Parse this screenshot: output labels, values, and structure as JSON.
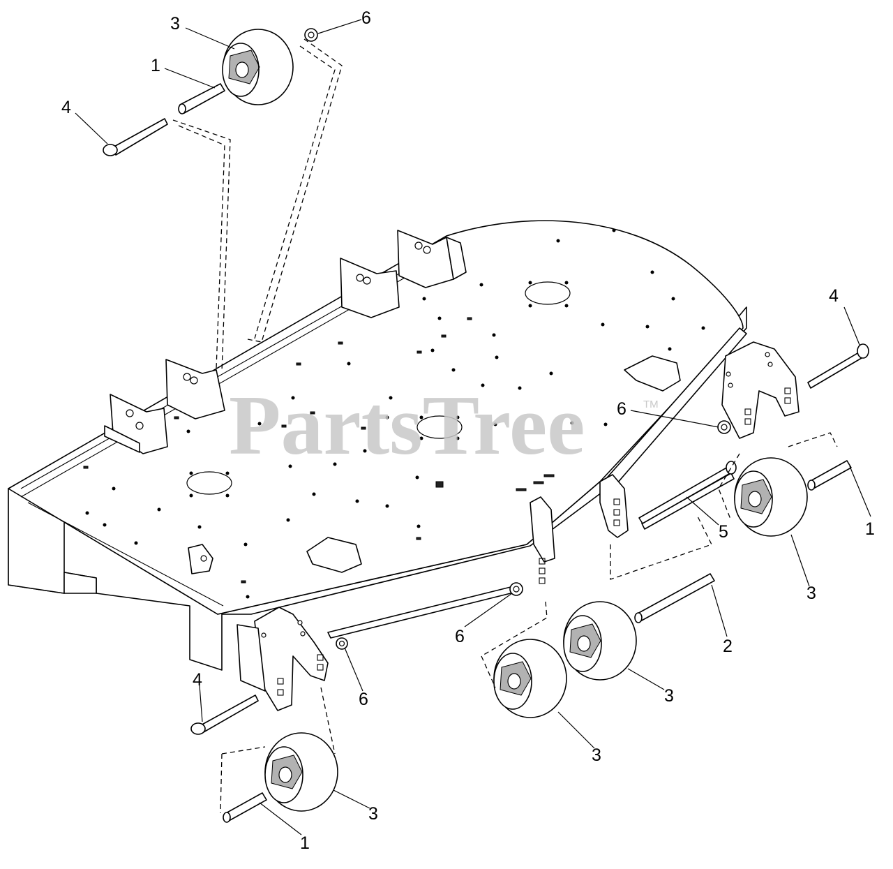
{
  "watermark": {
    "text": "PartsTree",
    "trademark": "TM"
  },
  "callouts": [
    {
      "id": "c1",
      "label": "3"
    },
    {
      "id": "c2",
      "label": "6"
    },
    {
      "id": "c3",
      "label": "1"
    },
    {
      "id": "c4",
      "label": "4"
    },
    {
      "id": "c5",
      "label": "4"
    },
    {
      "id": "c6",
      "label": "6"
    },
    {
      "id": "c7",
      "label": "1"
    },
    {
      "id": "c8",
      "label": "5"
    },
    {
      "id": "c9",
      "label": "3"
    },
    {
      "id": "c10",
      "label": "6"
    },
    {
      "id": "c11",
      "label": "2"
    },
    {
      "id": "c12",
      "label": "3"
    },
    {
      "id": "c13",
      "label": "6"
    },
    {
      "id": "c14",
      "label": "4"
    },
    {
      "id": "c15",
      "label": "3"
    },
    {
      "id": "c16",
      "label": "3"
    },
    {
      "id": "c17",
      "label": "1"
    }
  ]
}
